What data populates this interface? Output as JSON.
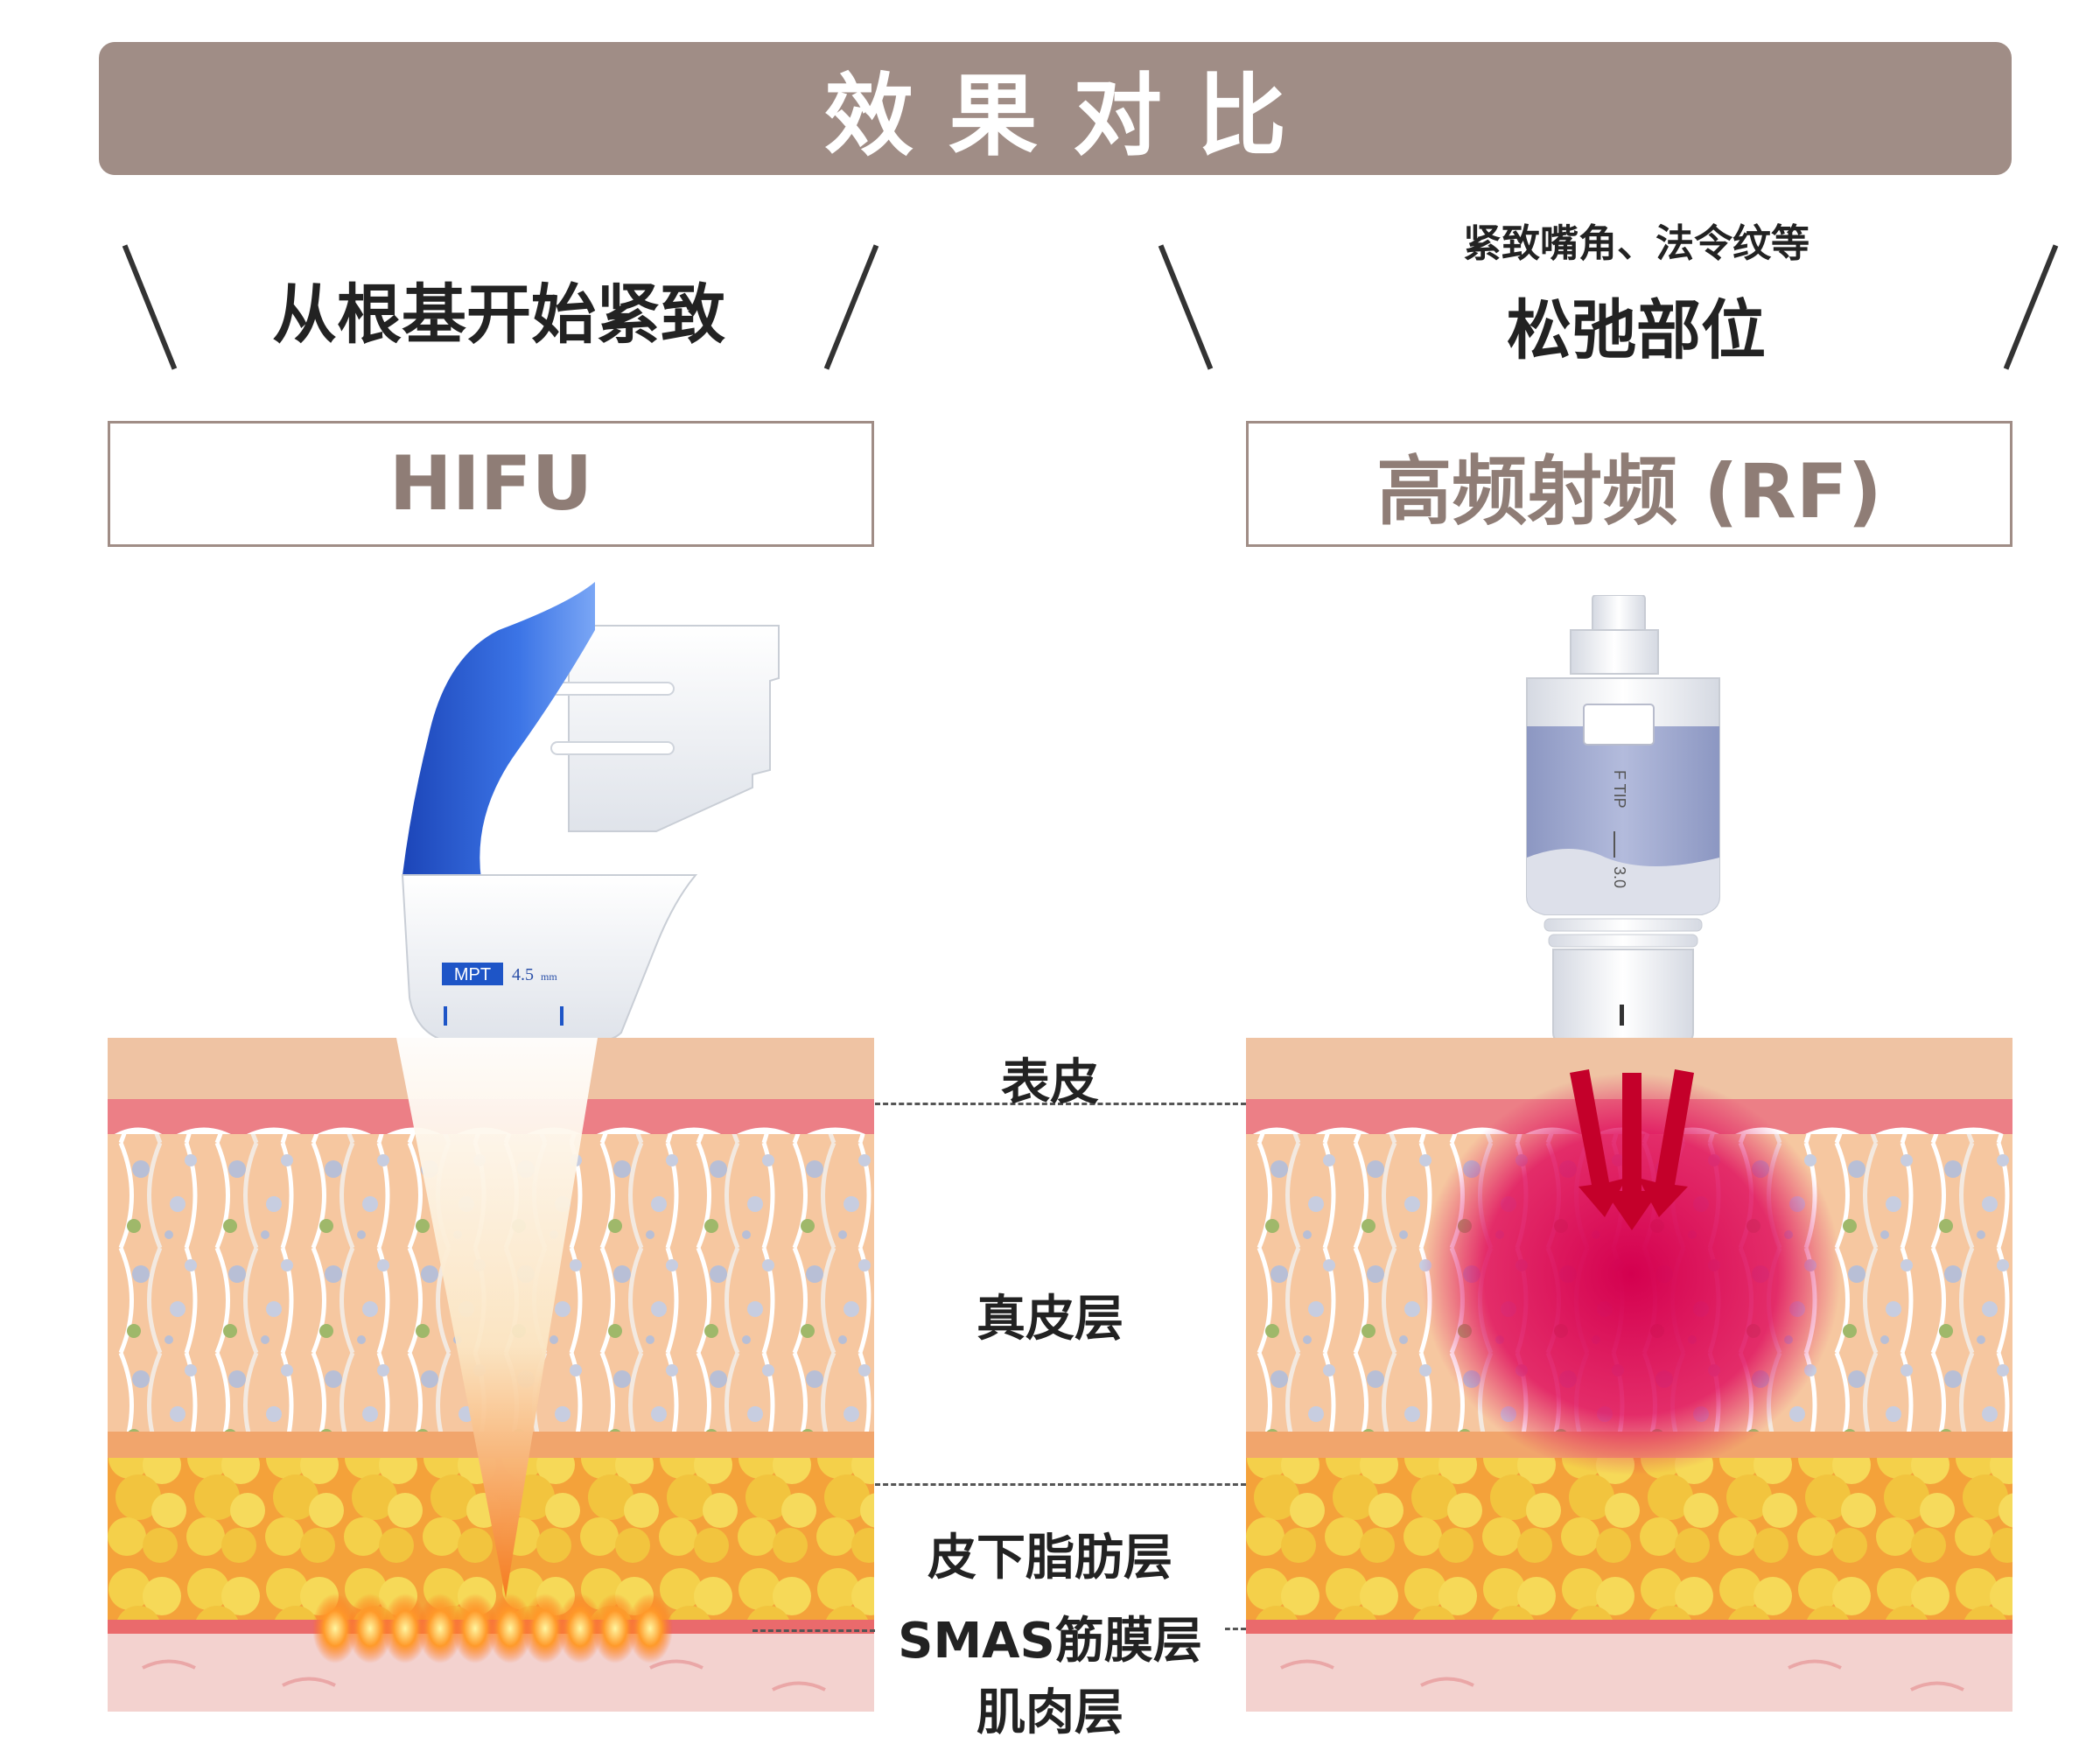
{
  "header": {
    "title": "效果对比"
  },
  "left": {
    "subtitle": "从根基开始紧致",
    "label": "HIFU",
    "device": {
      "badge": "MPT",
      "depth": "4.5",
      "unit": "mm"
    }
  },
  "right": {
    "caption": "紧致嘴角、法令纹等",
    "subtitle": "松弛部位",
    "label": "高频射频 (RF)",
    "device": {
      "tip": "F TIP",
      "size": "3.0"
    }
  },
  "layers": [
    {
      "name": "表皮"
    },
    {
      "name": "真皮层"
    },
    {
      "name": "皮下脂肪层"
    },
    {
      "name": "SMAS筋膜层"
    },
    {
      "name": "肌肉层"
    }
  ],
  "colors": {
    "banner": "#a08d86",
    "hifu_blue": "#2c5fd1",
    "rf_glow": "#e0115f",
    "epidermis": "#efc3a3",
    "dermis": "#f6c39b",
    "fat": "#f2c640",
    "muscle": "#f3d2cf"
  }
}
